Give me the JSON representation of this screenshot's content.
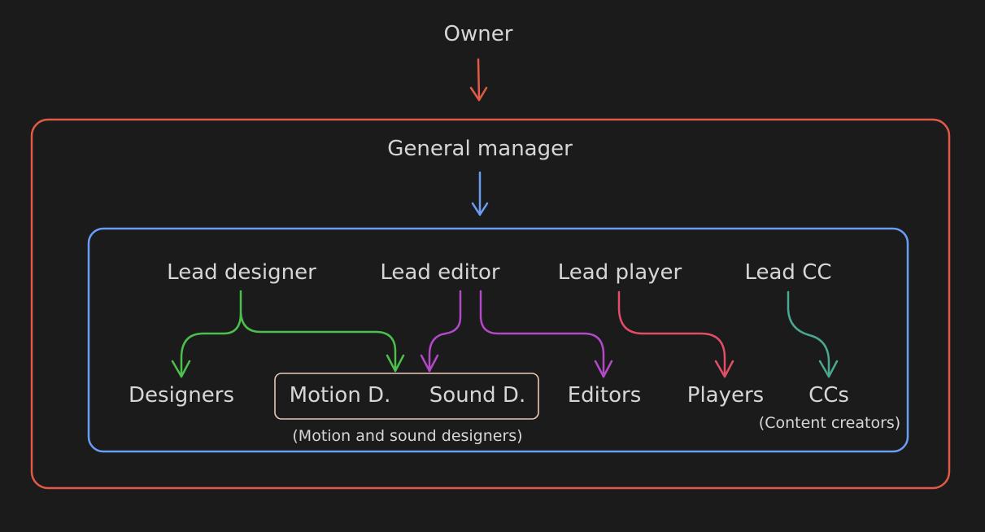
{
  "diagram": {
    "owner": "Owner",
    "general_manager": "General manager",
    "leads": {
      "designer": "Lead designer",
      "editor": "Lead editor",
      "player": "Lead player",
      "cc": "Lead CC"
    },
    "teams": {
      "designers": "Designers",
      "motion": "Motion D.",
      "sound": "Sound D.",
      "editors": "Editors",
      "players": "Players",
      "ccs": "CCs"
    },
    "notes": {
      "motion_sound": "(Motion and sound designers)",
      "ccs": "(Content creators)"
    },
    "colors": {
      "owner": "#e25a47",
      "manager": "#6a9ef5",
      "designer": "#4cbf4c",
      "editor": "#b348c8",
      "player": "#e24e68",
      "cc": "#4aa890",
      "group": "#e8c8b8"
    }
  }
}
